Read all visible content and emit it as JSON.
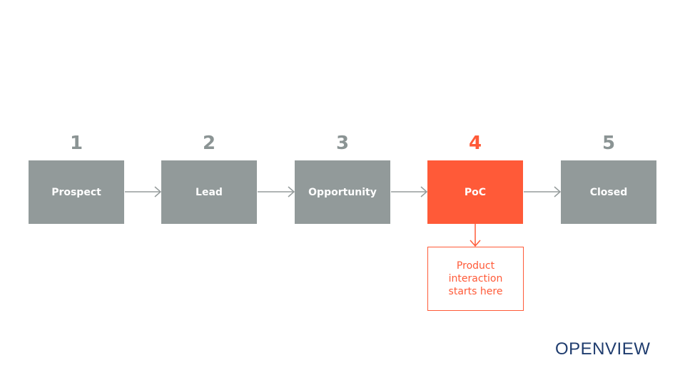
{
  "colors": {
    "stage_default": "#929a9a",
    "stage_highlight": "#ff5a38",
    "number_default": "#8b9494",
    "arrow": "#959c9c",
    "logo": "#1f3c6e"
  },
  "stages": [
    {
      "number": "1",
      "label": "Prospect",
      "highlighted": false
    },
    {
      "number": "2",
      "label": "Lead",
      "highlighted": false
    },
    {
      "number": "3",
      "label": "Opportunity",
      "highlighted": false
    },
    {
      "number": "4",
      "label": "PoC",
      "highlighted": true
    },
    {
      "number": "5",
      "label": "Closed",
      "highlighted": false
    }
  ],
  "callout": {
    "text": "Product\ninteraction\nstarts here"
  },
  "logo": {
    "text": "OPENVIEW"
  }
}
